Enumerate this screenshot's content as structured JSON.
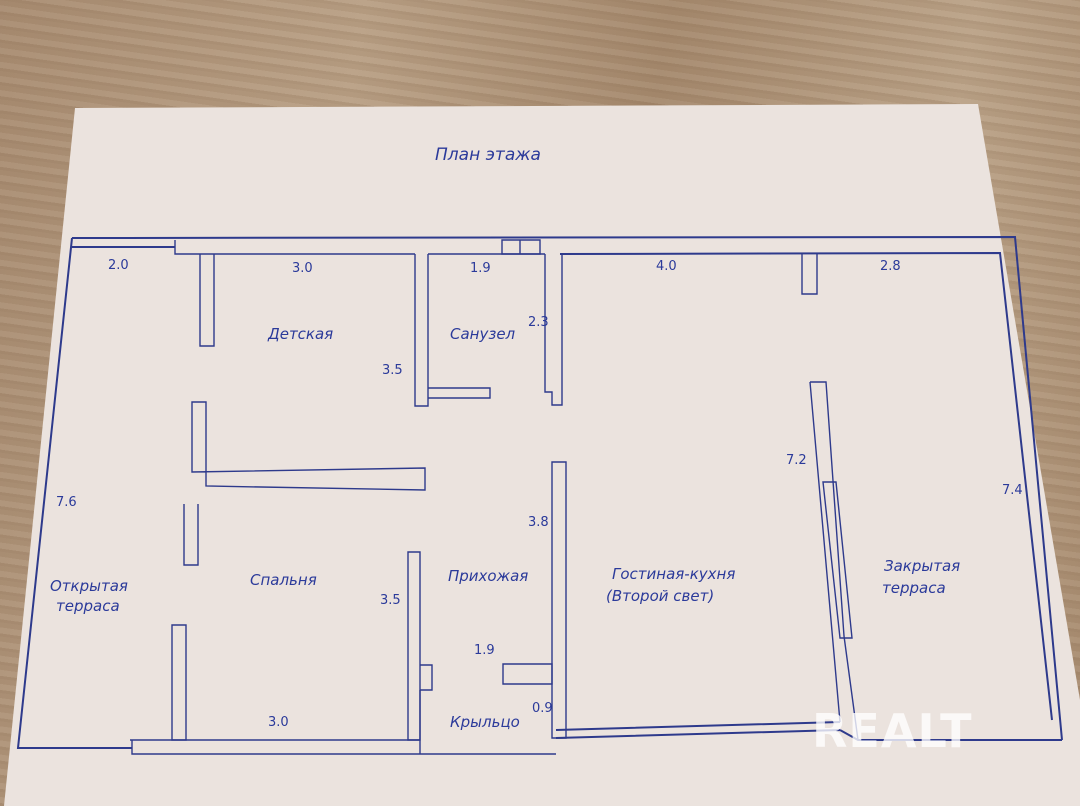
{
  "title": "План этажа",
  "rooms": {
    "nursery": "Детская",
    "bathroom": "Санузел",
    "bedroom": "Спальня",
    "hallway": "Прихожая",
    "living_kitchen_1": "Гостиная-кухня",
    "living_kitchen_2": "(Второй свет)",
    "open_terrace_1": "Открытая",
    "open_terrace_2": "терраса",
    "closed_terrace_1": "Закрытая",
    "closed_terrace_2": "терраса",
    "porch": "Крыльцо"
  },
  "dimensions": {
    "open_terrace_top": "2.0",
    "nursery_top": "3.0",
    "bathroom_top": "1.9",
    "living_top": "4.0",
    "closed_terrace_top": "2.8",
    "bathroom_side": "2.3",
    "nursery_side": "3.5",
    "open_terrace_side": "7.6",
    "hallway_side": "3.8",
    "living_side": "7.2",
    "closed_terrace_side": "7.4",
    "bedroom_side": "3.5",
    "hallway_bottom": "1.9",
    "bedroom_bottom": "3.0",
    "porch_side": "0.9"
  },
  "watermark": "REALT"
}
